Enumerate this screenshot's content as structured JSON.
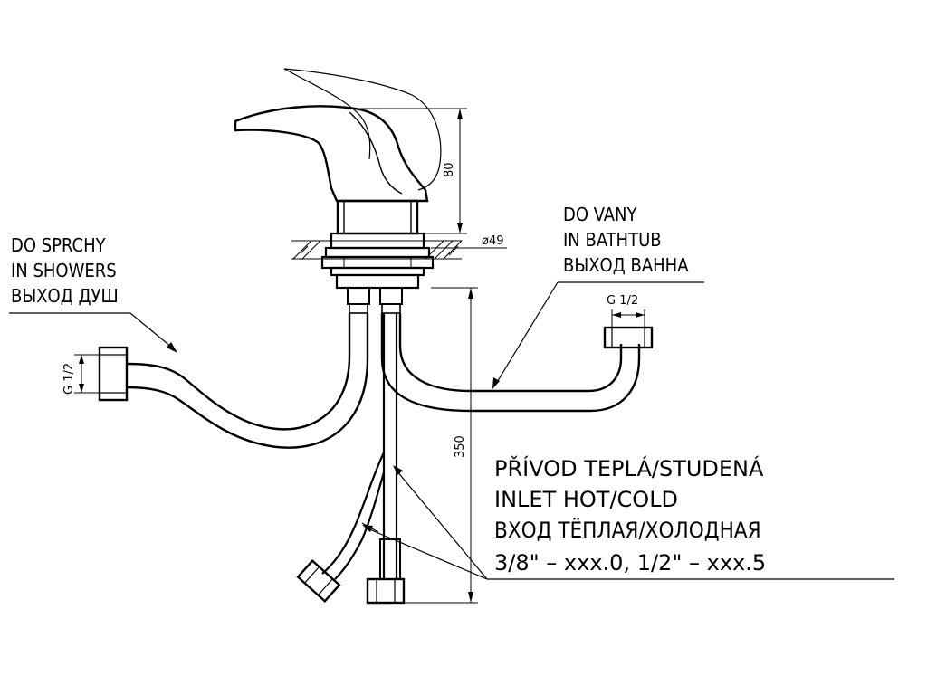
{
  "labels": {
    "shower": [
      "DO SPRCHY",
      "IN SHOWERS",
      "ВЫХОД ДУШ"
    ],
    "bathtub": [
      "DO VANY",
      "IN BATHTUB",
      "ВЫХОД ВАННА"
    ],
    "inlet": [
      "PŘÍVOD TEPLÁ/STUDENÁ",
      "INLET HOT/COLD",
      "ВХОД ТЁПЛАЯ/ХОЛОДНАЯ",
      "3/8\" – xxx.0, 1/2\" – xxx.5"
    ]
  },
  "dimensions": {
    "height": "80",
    "diameter": "ø49",
    "hose_length": "350",
    "thread_right": "G 1/2",
    "thread_left": "G 1/2"
  }
}
